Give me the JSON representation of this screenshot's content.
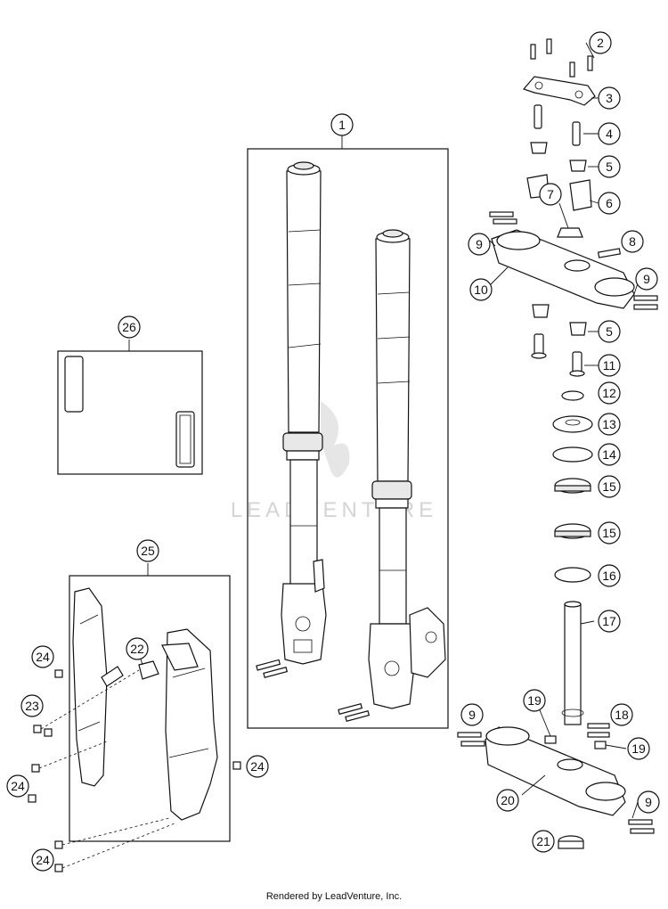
{
  "watermark": "LEADVENTURE",
  "footer": "Rendered by LeadVenture, Inc.",
  "callouts": {
    "c1": "1",
    "c2": "2",
    "c3": "3",
    "c4": "4",
    "c5a": "5",
    "c5b": "5",
    "c6": "6",
    "c7": "7",
    "c8": "8",
    "c9a": "9",
    "c9b": "9",
    "c9c": "9",
    "c9d": "9",
    "c10": "10",
    "c11": "11",
    "c12": "12",
    "c13": "13",
    "c14": "14",
    "c15a": "15",
    "c15b": "15",
    "c16": "16",
    "c17": "17",
    "c18": "18",
    "c19a": "19",
    "c19b": "19",
    "c20": "20",
    "c21": "21",
    "c22": "22",
    "c23": "23",
    "c24a": "24",
    "c24b": "24",
    "c24c": "24",
    "c24d": "24",
    "c25": "25",
    "c26": "26"
  }
}
